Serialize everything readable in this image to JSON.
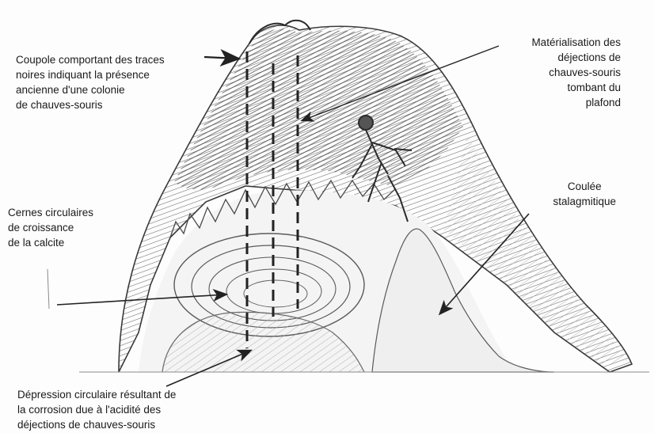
{
  "colors": {
    "paper": "#fdfdfd",
    "pencil_dark": "#2b2b2b",
    "pencil_mid": "#777777",
    "pencil_light": "#b5b5b5",
    "text": "#1a1a1a"
  },
  "labels": {
    "coupole": [
      "Coupole comportant des traces",
      "noires indiquant la présence",
      "ancienne d'une colonie",
      "de chauves-souris"
    ],
    "materialisation": [
      "Matérialisation des",
      "déjections de",
      "chauves-souris",
      "tombant du",
      "plafond"
    ],
    "coulee": [
      "Coulée",
      "stalagmitique"
    ],
    "cernes": [
      "Cernes circulaires",
      "de croissance",
      "de la calcite"
    ],
    "depression": [
      "Dépression circulaire résultant de",
      "la corrosion due à l'acidité des",
      "déjections de chauves-souris"
    ]
  },
  "icons": {
    "figure": "caver-climbing-figure",
    "arrows": [
      "arrow-to-dome",
      "arrow-to-ceiling",
      "arrow-to-flowstone",
      "arrow-to-rings",
      "arrow-to-depression"
    ]
  }
}
